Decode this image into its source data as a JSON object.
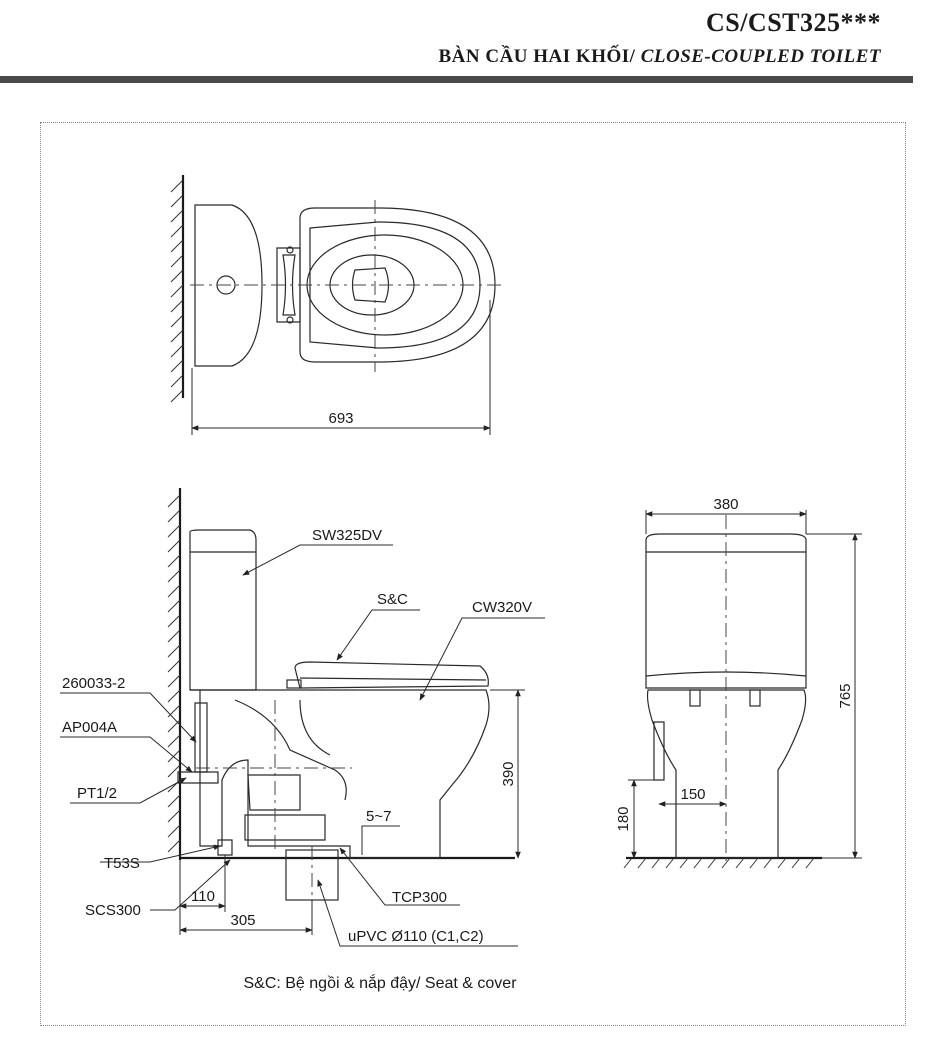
{
  "header": {
    "model": "CS/CST325***",
    "subtitle_vi": "BÀN CẦU HAI KHỐI/ ",
    "subtitle_en": "CLOSE-COUPLED TOILET"
  },
  "dimensions": {
    "length": "693",
    "width": "380",
    "height": "765",
    "rim_height": "390",
    "supply_height": "180",
    "supply_offset": "150",
    "supply_wall": "110",
    "rough_in": "305",
    "floor_gap": "5~7"
  },
  "parts": {
    "tank": "SW325DV",
    "seat": "S&C",
    "bowl": "CW320V",
    "part_260033": "260033-2",
    "ap004a": "AP004A",
    "pt12": "PT1/2",
    "t53s": "T53S",
    "scs300": "SCS300",
    "tcp300": "TCP300",
    "upvc": "uPVC Ø110 (C1,C2)"
  },
  "footnote": "S&C: Bệ ngồi & nắp đậy/ Seat & cover"
}
